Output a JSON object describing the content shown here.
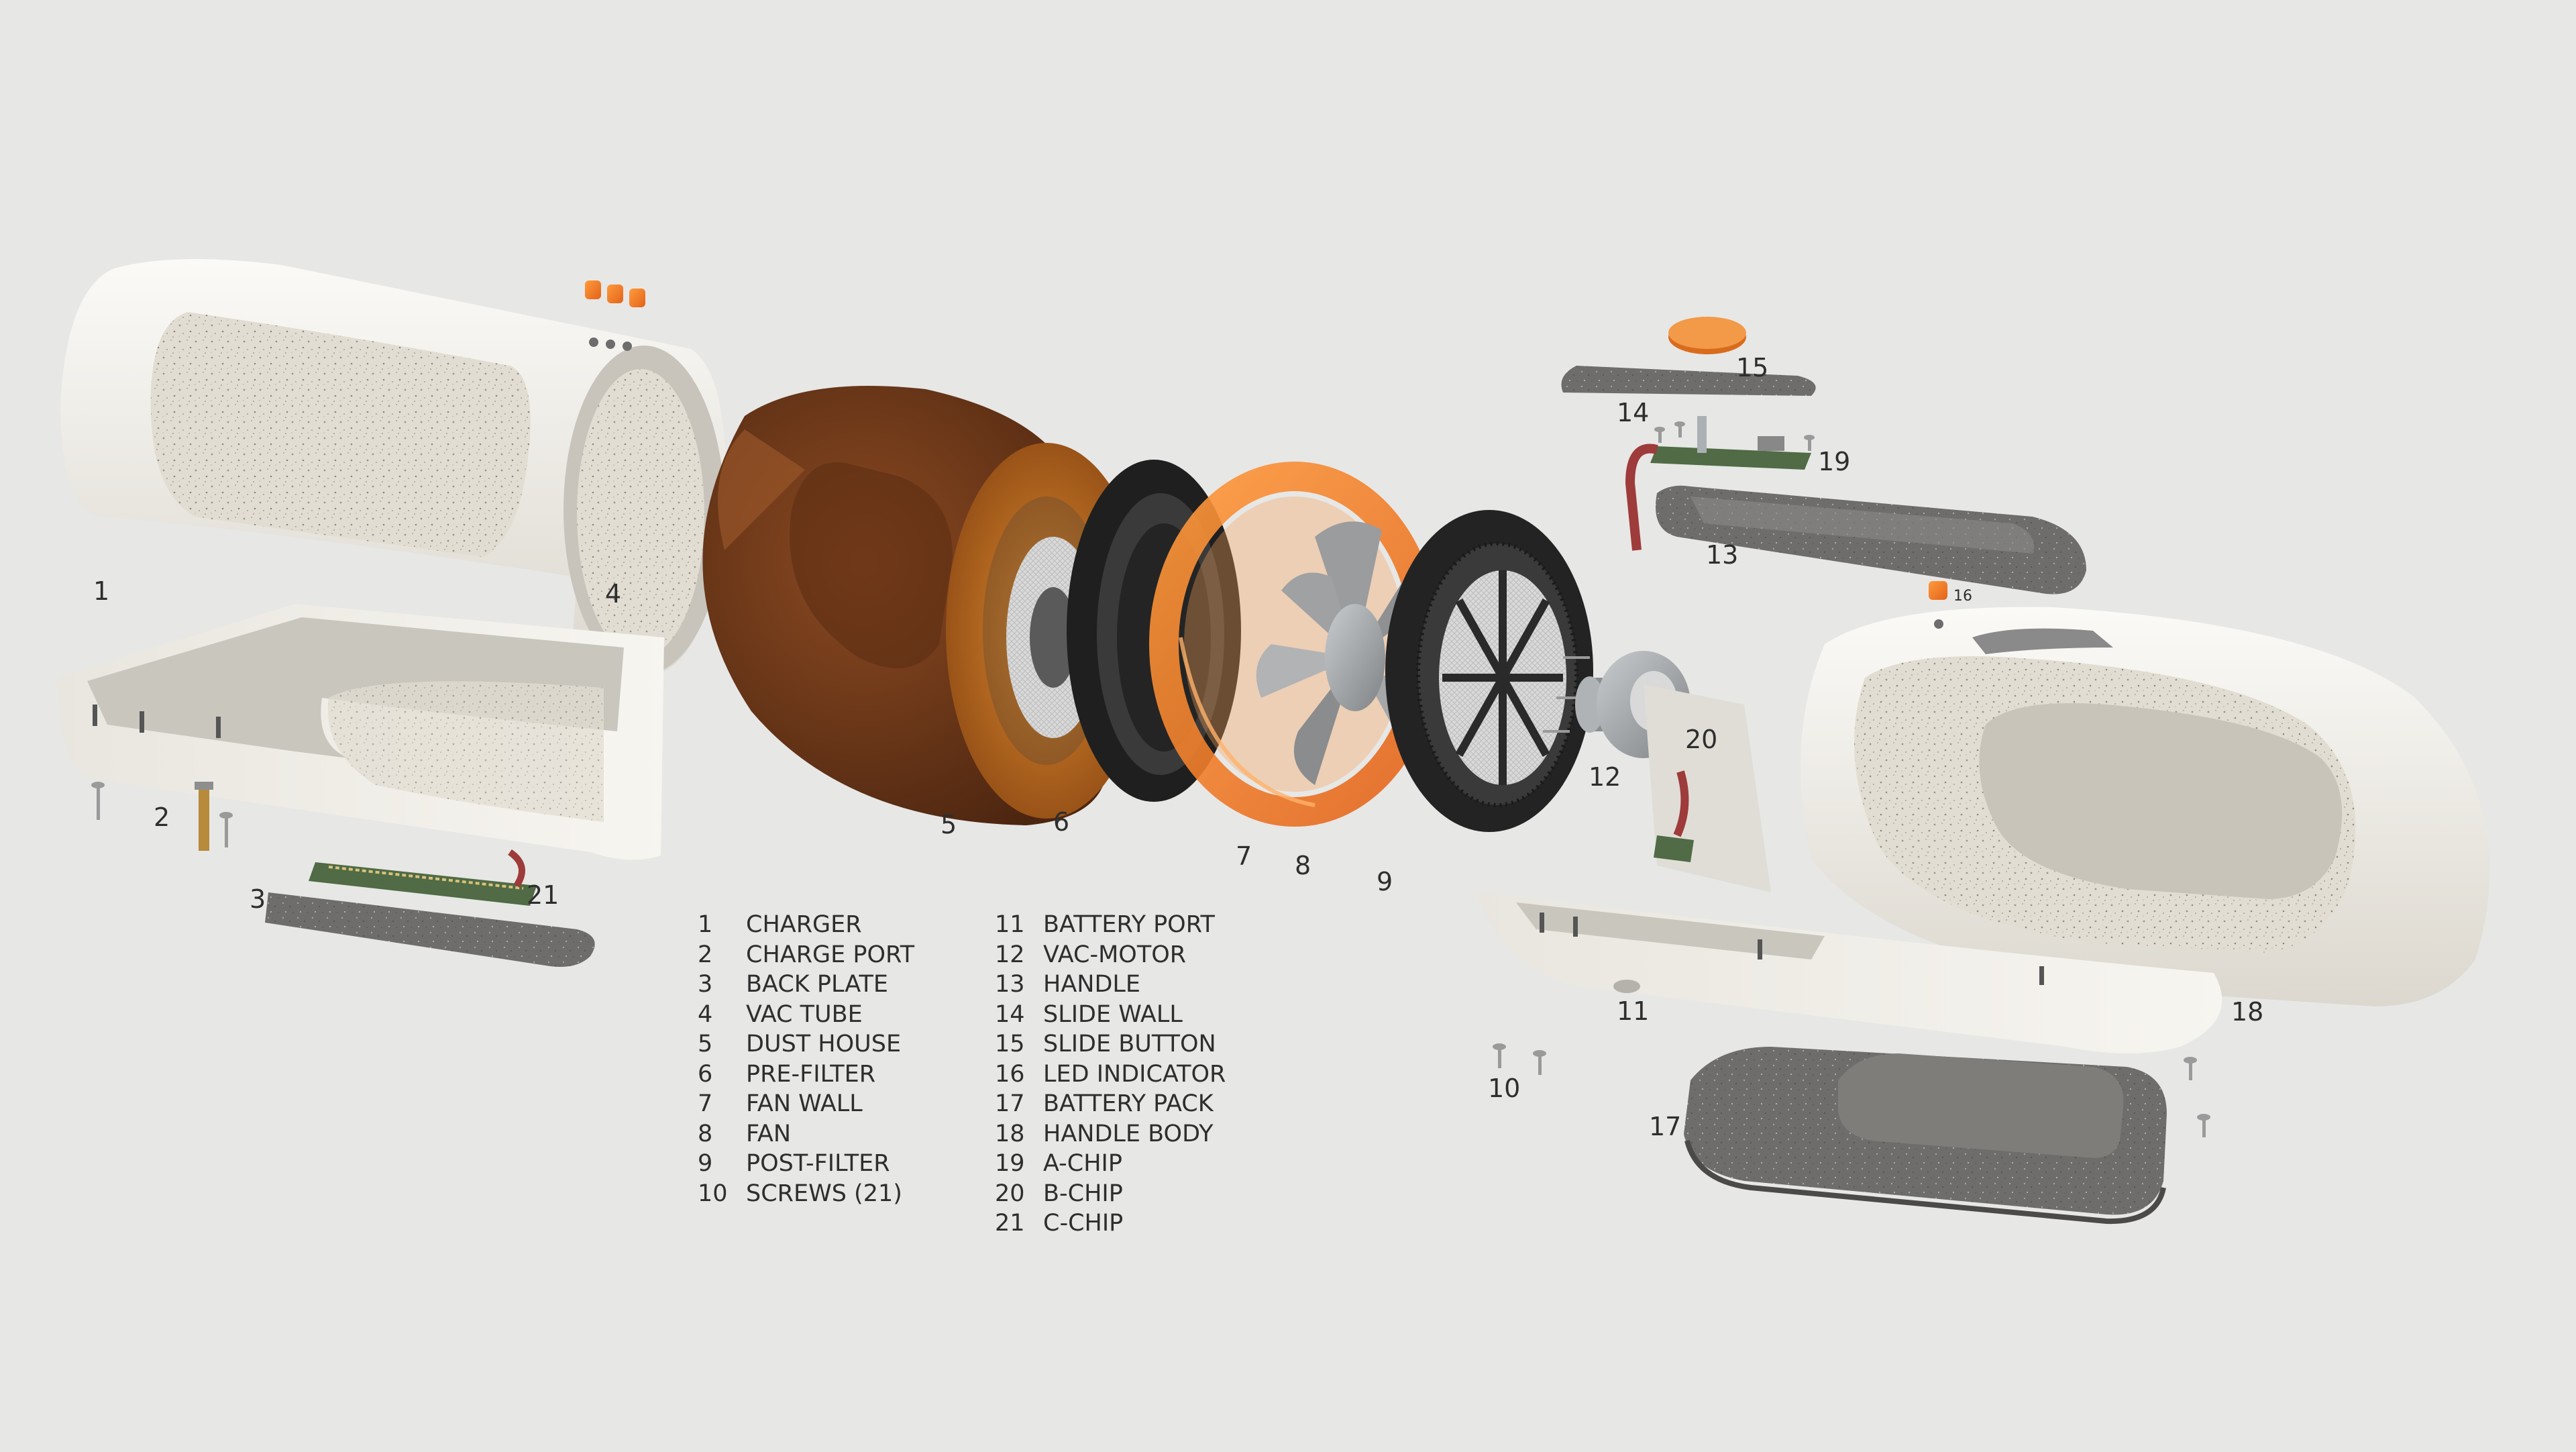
{
  "callouts": {
    "c1": "1",
    "c2": "2",
    "c3": "3",
    "c4": "4",
    "c5": "5",
    "c6": "6",
    "c7": "7",
    "c8": "8",
    "c9": "9",
    "c10": "10",
    "c11": "11",
    "c12": "12",
    "c13": "13",
    "c14": "14",
    "c15": "15",
    "c16": "16",
    "c17": "17",
    "c18": "18",
    "c19": "19",
    "c20": "20",
    "c21": "21"
  },
  "legend_left": [
    {
      "num": "1",
      "label": "CHARGER"
    },
    {
      "num": "2",
      "label": "CHARGE PORT"
    },
    {
      "num": "3",
      "label": "BACK PLATE"
    },
    {
      "num": "4",
      "label": "VAC TUBE"
    },
    {
      "num": "5",
      "label": "DUST HOUSE"
    },
    {
      "num": "6",
      "label": "PRE-FILTER"
    },
    {
      "num": "7",
      "label": "FAN WALL"
    },
    {
      "num": "8",
      "label": "FAN"
    },
    {
      "num": "9",
      "label": "POST-FILTER"
    },
    {
      "num": "10",
      "label": "SCREWS (21)"
    }
  ],
  "legend_right": [
    {
      "num": "11",
      "label": "BATTERY PORT"
    },
    {
      "num": "12",
      "label": "VAC-MOTOR"
    },
    {
      "num": "13",
      "label": "HANDLE"
    },
    {
      "num": "14",
      "label": "SLIDE WALL"
    },
    {
      "num": "15",
      "label": "SLIDE BUTTON"
    },
    {
      "num": "16",
      "label": "LED INDICATOR"
    },
    {
      "num": "17",
      "label": "BATTERY PACK"
    },
    {
      "num": "18",
      "label": "HANDLE BODY"
    },
    {
      "num": "19",
      "label": "A-CHIP"
    },
    {
      "num": "20",
      "label": "B-CHIP"
    },
    {
      "num": "21",
      "label": "C-CHIP"
    }
  ],
  "colors": {
    "background": "#e7e7e6",
    "shell": "#f1efea",
    "speckle": "#d8d3c8",
    "accent": "#f28a2a",
    "smoke_brown": "#6e3716",
    "rubber": "#2b2b2b",
    "stone_grey": "#6f6d6b"
  }
}
